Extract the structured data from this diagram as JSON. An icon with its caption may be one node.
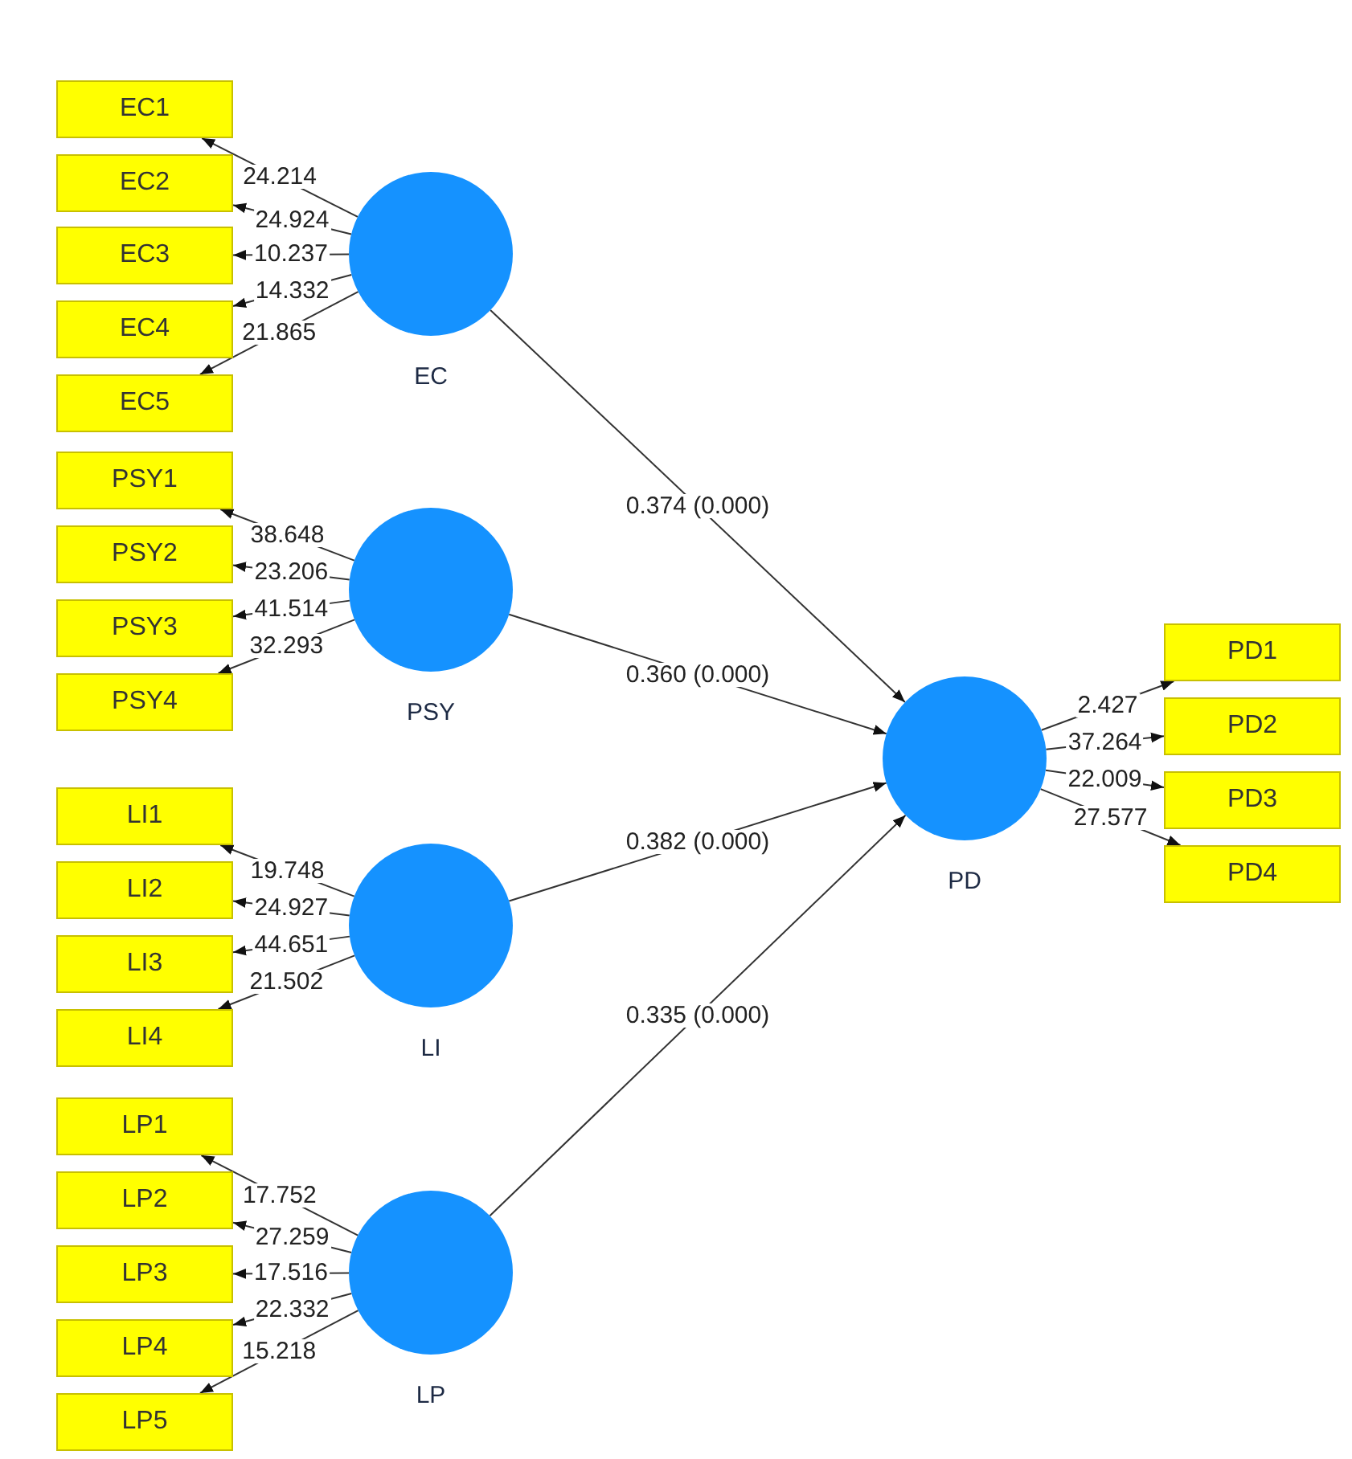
{
  "diagram": {
    "nodes": [
      {
        "text": [
          "EC"
        ]
      },
      {
        "text": [
          "EC1"
        ]
      },
      {
        "text": [
          "EC2"
        ]
      },
      {
        "text": [
          "EC3"
        ]
      },
      {
        "text": [
          "EC4"
        ]
      },
      {
        "text": [
          "EC5"
        ]
      },
      {
        "text": [
          "PSY"
        ]
      },
      {
        "text": [
          "PSY1"
        ]
      },
      {
        "text": [
          "PSY2"
        ]
      },
      {
        "text": [
          "PSY3"
        ]
      },
      {
        "text": [
          "PSY4"
        ]
      },
      {
        "text": [
          "LI"
        ]
      },
      {
        "text": [
          "LI1"
        ]
      },
      {
        "text": [
          "LI2"
        ]
      },
      {
        "text": [
          "LI3"
        ]
      },
      {
        "text": [
          "LI4"
        ]
      },
      {
        "text": [
          "LP"
        ]
      },
      {
        "text": [
          "LP1"
        ]
      },
      {
        "text": [
          "LP2"
        ]
      },
      {
        "text": [
          "LP3"
        ]
      },
      {
        "text": [
          "LP4"
        ]
      },
      {
        "text": [
          "LP5"
        ]
      },
      {
        "text": [
          "PD"
        ]
      },
      {
        "text": [
          "PD1"
        ]
      },
      {
        "text": [
          "PD2"
        ]
      },
      {
        "text": [
          "PD3"
        ]
      },
      {
        "text": [
          "PD4"
        ]
      }
    ],
    "edges": [
      {
        "from": 0,
        "to": 1,
        "arrow": "to",
        "label": "24.214"
      },
      {
        "from": 0,
        "to": 2,
        "arrow": "to",
        "label": "24.924"
      },
      {
        "from": 0,
        "to": 3,
        "arrow": "to",
        "label": "10.237"
      },
      {
        "from": 0,
        "to": 4,
        "arrow": "to",
        "label": "14.332"
      },
      {
        "from": 0,
        "to": 5,
        "arrow": "to",
        "label": "21.865"
      },
      {
        "from": 6,
        "to": 7,
        "arrow": "to",
        "label": "38.648"
      },
      {
        "from": 6,
        "to": 8,
        "arrow": "to",
        "label": "23.206"
      },
      {
        "from": 6,
        "to": 9,
        "arrow": "to",
        "label": "41.514"
      },
      {
        "from": 6,
        "to": 10,
        "arrow": "to",
        "label": "32.293"
      },
      {
        "from": 11,
        "to": 12,
        "arrow": "to",
        "label": "19.748"
      },
      {
        "from": 11,
        "to": 13,
        "arrow": "to",
        "label": "24.927"
      },
      {
        "from": 11,
        "to": 14,
        "arrow": "to",
        "label": "44.651"
      },
      {
        "from": 11,
        "to": 15,
        "arrow": "to",
        "label": "21.502"
      },
      {
        "from": 16,
        "to": 17,
        "arrow": "to",
        "label": "17.752"
      },
      {
        "from": 16,
        "to": 18,
        "arrow": "to",
        "label": "27.259"
      },
      {
        "from": 16,
        "to": 19,
        "arrow": "to",
        "label": "17.516"
      },
      {
        "from": 16,
        "to": 20,
        "arrow": "to",
        "label": "22.332"
      },
      {
        "from": 16,
        "to": 21,
        "arrow": "to",
        "label": "15.218"
      },
      {
        "from": 22,
        "to": 23,
        "arrow": "to",
        "label": "2.427"
      },
      {
        "from": 22,
        "to": 24,
        "arrow": "to",
        "label": "37.264"
      },
      {
        "from": 22,
        "to": 25,
        "arrow": "to",
        "label": "22.009"
      },
      {
        "from": 22,
        "to": 26,
        "arrow": "to",
        "label": "27.577"
      },
      {
        "from": 0,
        "to": 22,
        "arrow": "to",
        "label": "0.374 (0.000)"
      },
      {
        "from": 6,
        "to": 22,
        "arrow": "to",
        "label": "0.360 (0.000)"
      },
      {
        "from": 11,
        "to": 22,
        "arrow": "to",
        "label": "0.382 (0.000)"
      },
      {
        "from": 16,
        "to": 22,
        "arrow": "to",
        "label": "0.335 (0.000)"
      }
    ]
  }
}
